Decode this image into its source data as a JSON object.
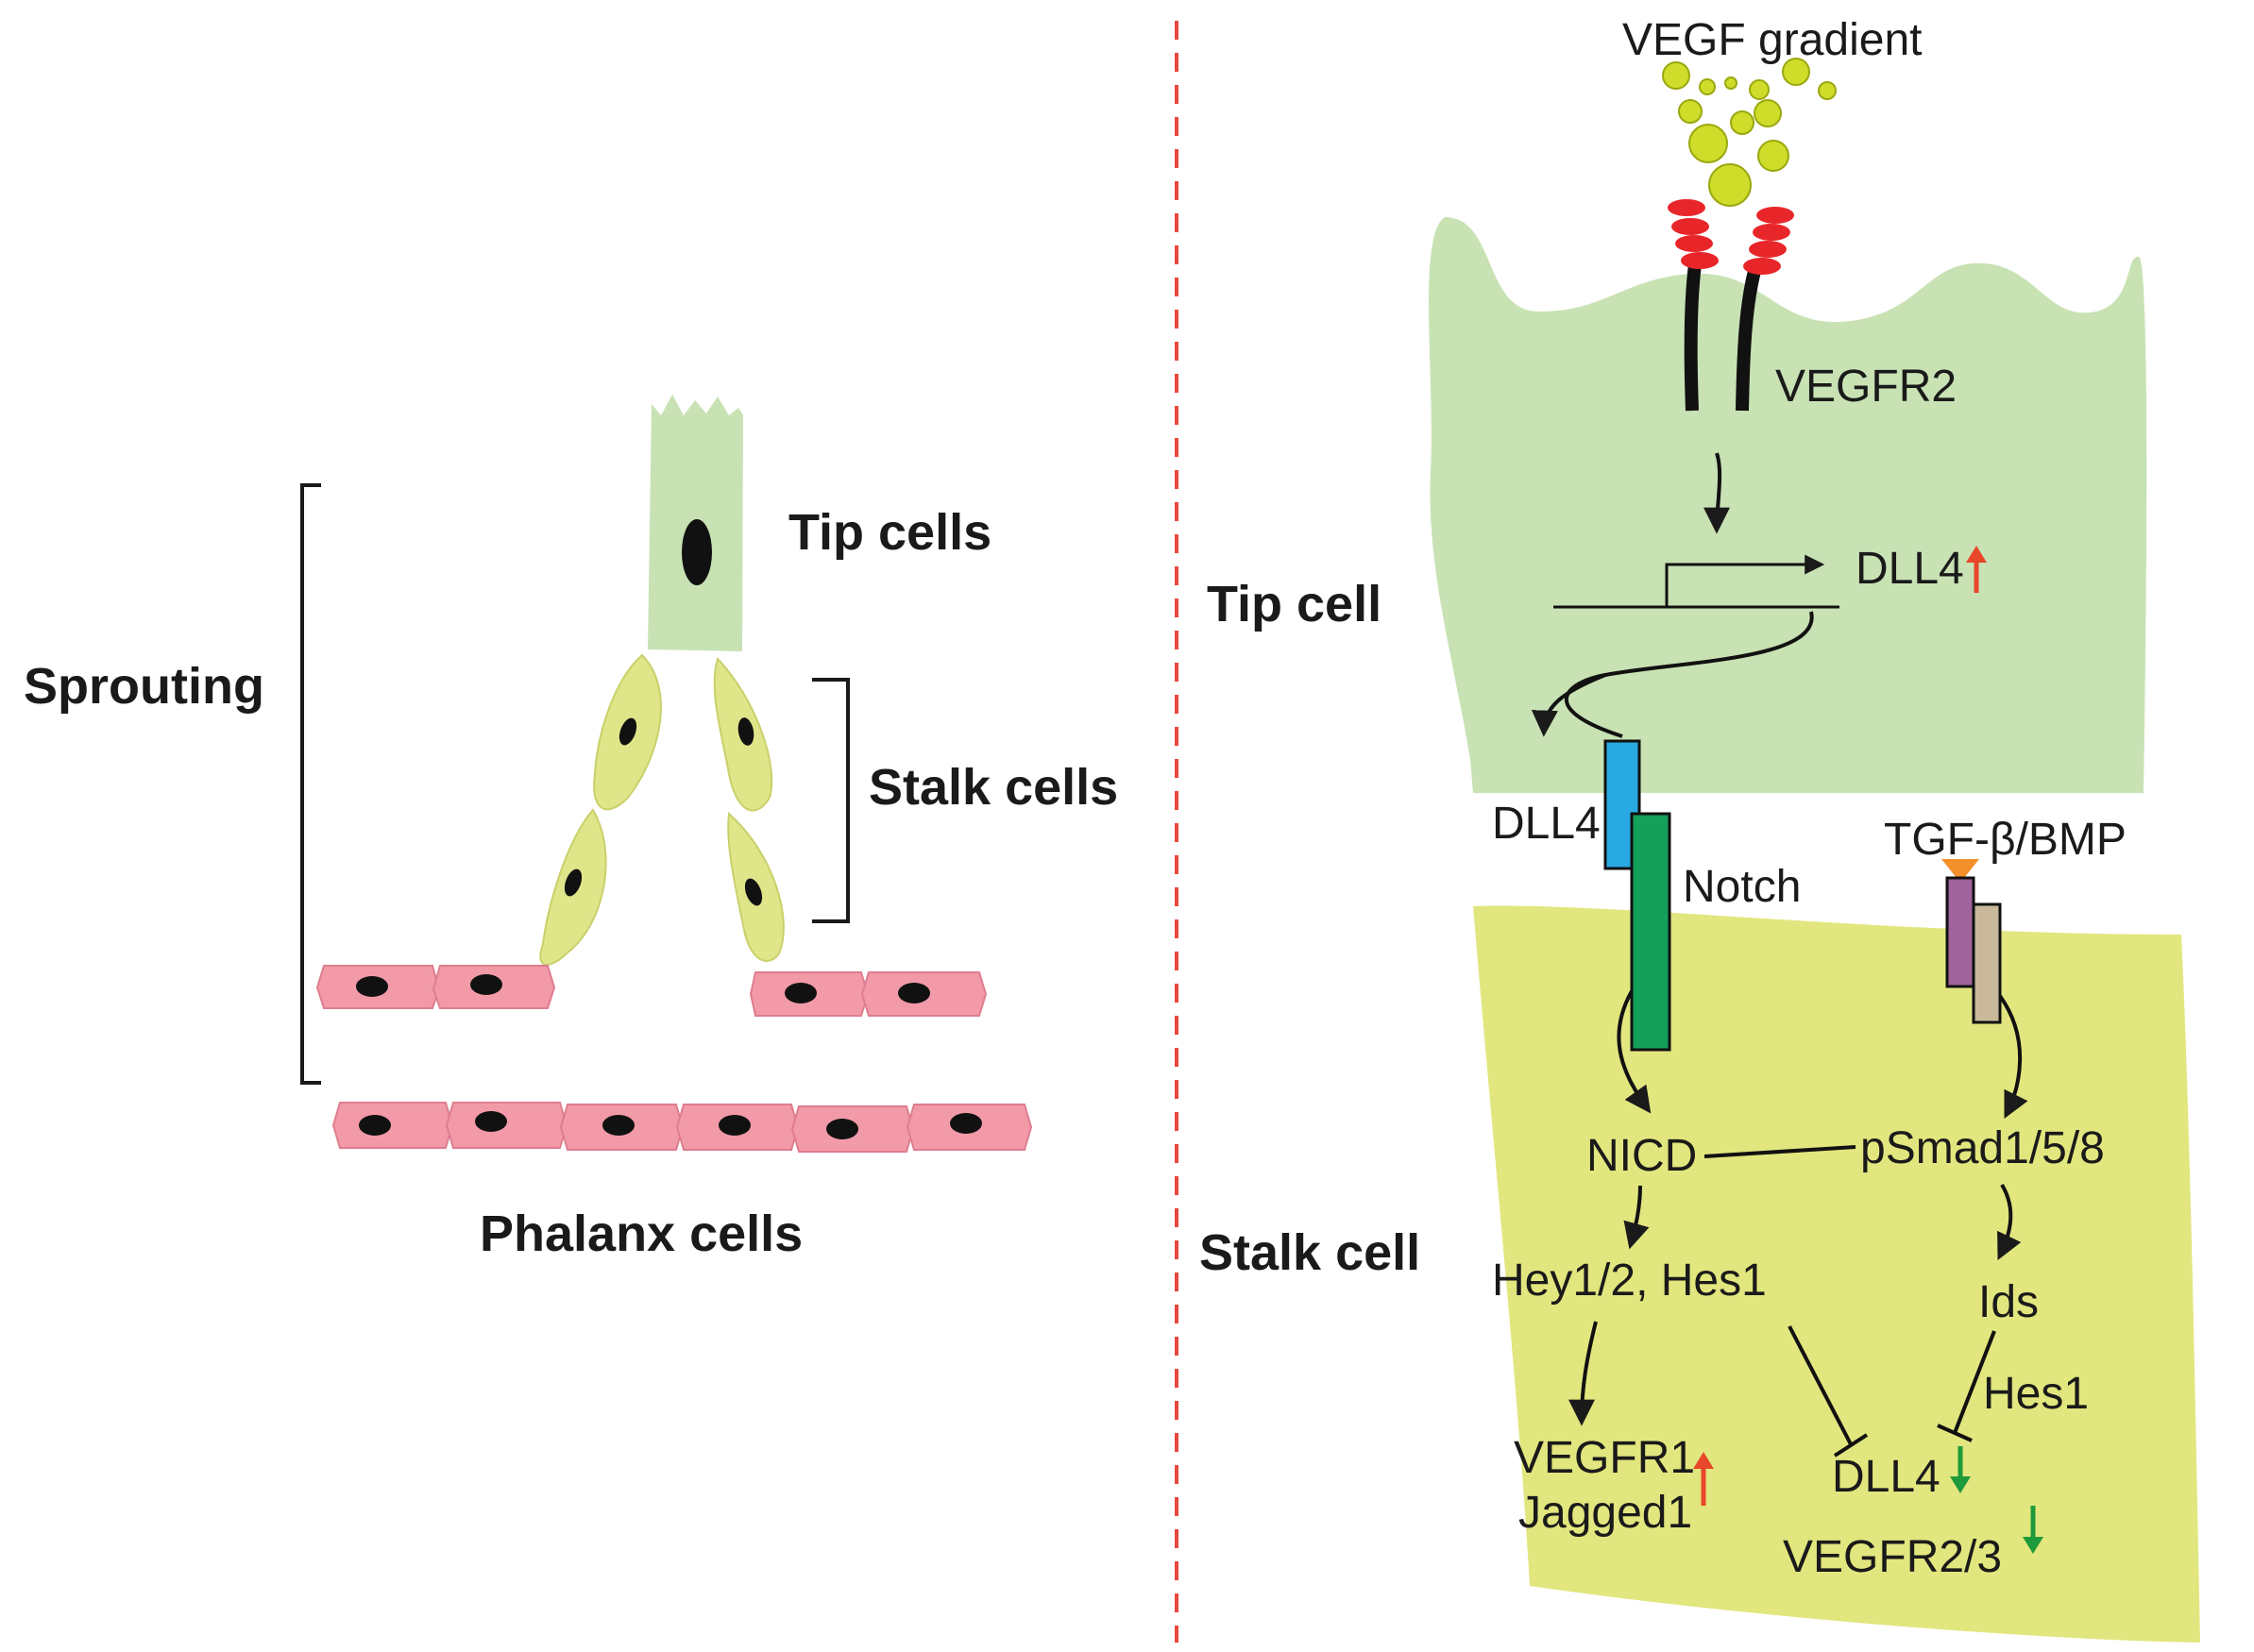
{
  "left_panel": {
    "tip_cells_label": "Tip cells",
    "stalk_cells_label": "Stalk cells",
    "sprouting_label": "Sprouting",
    "phalanx_cells_label": "Phalanx cells"
  },
  "right_panel": {
    "vegf_gradient_label": "VEGF gradient",
    "vegfr2_label": "VEGFR2",
    "tip_cell_label": "Tip cell",
    "dll4_up_label": "DLL4",
    "dll4_ligand_label": "DLL4",
    "notch_label": "Notch",
    "tgf_label": "TGF-β/BMP",
    "stalk_cell_label": "Stalk cell",
    "nicd_label": "NICD",
    "psmad_label": "pSmad1/5/8",
    "hey_hes_label": "Hey1/2, Hes1",
    "ids_label": "Ids",
    "hes1_label": "Hes1",
    "vegfr1_label": "VEGFR1",
    "jagged1_label": "Jagged1",
    "dll4_down_label": "DLL4",
    "vegfr23_label": "VEGFR2/3"
  },
  "colors": {
    "tip_green": "#c8e2b4",
    "stalk_yellow": "#e2e67e",
    "stalk_cell_fill": "#dfe68a",
    "phalanx_pink": "#f29aa8",
    "vegf_ball": "#cfdc2a",
    "receptor_red": "#e8262a",
    "dll4_blue": "#29a9e1",
    "notch_green": "#14a05a",
    "tgf_purple": "#a0639a",
    "tgf_tan": "#c9b99a",
    "tgf_ligand_orange": "#f3902a",
    "divider_red": "#e8473d",
    "up_arrow_red": "#e8472a",
    "down_arrow_green": "#1f9a3a"
  }
}
